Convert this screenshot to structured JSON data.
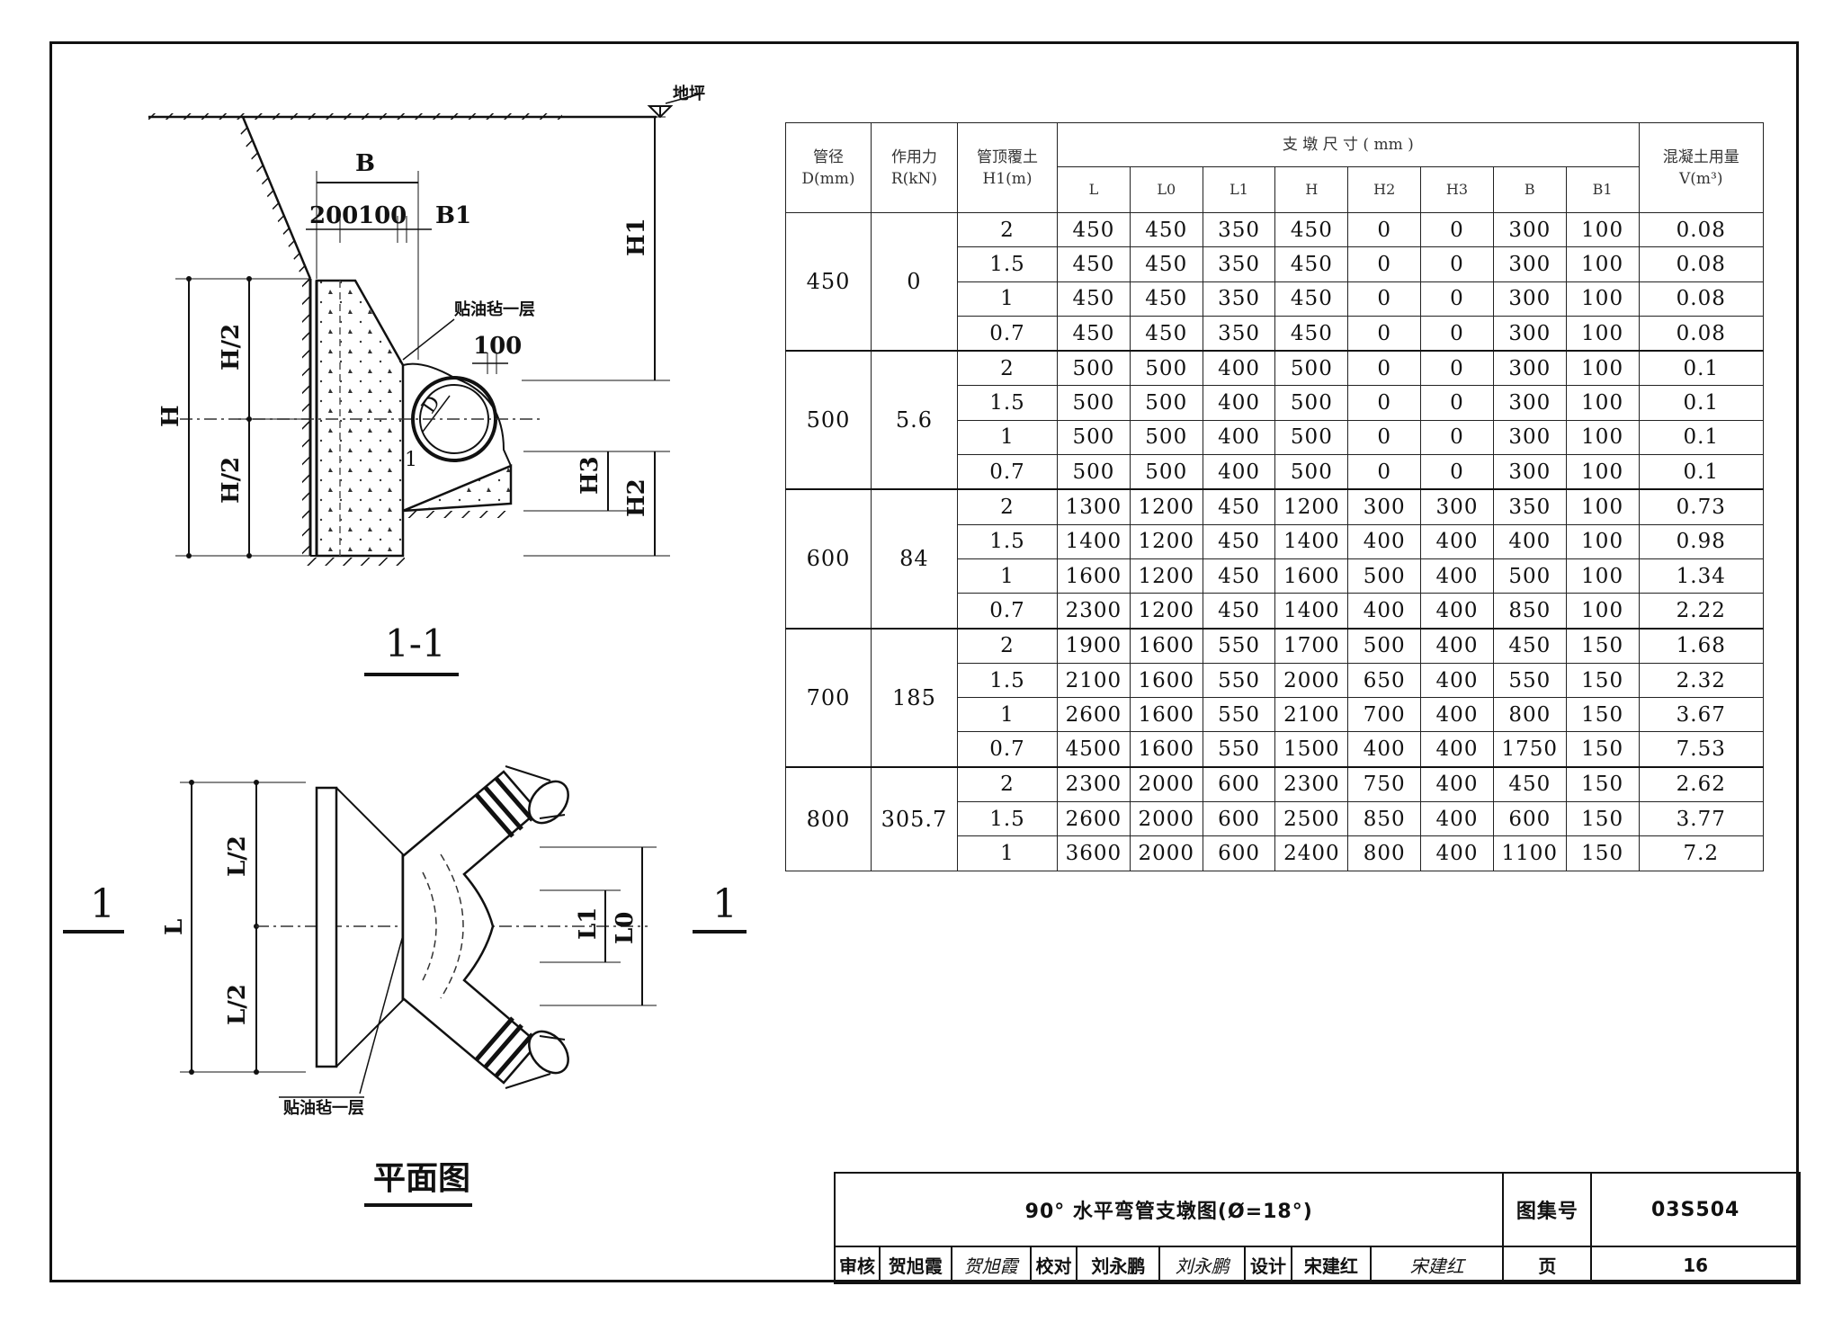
{
  "section_view": {
    "title": "1-1",
    "ground_label": "地坪",
    "oil_felt_label": "贴油毡一层",
    "dims": {
      "B": "B",
      "d200": "200",
      "d100": "100",
      "B1": "B1",
      "H1": "H1",
      "H": "H",
      "H_half_top": "H/2",
      "H_half_bot": "H/2",
      "d100b": "100",
      "H3": "H3",
      "H2": "H2",
      "D": "D",
      "mark1": "1"
    }
  },
  "plan_view": {
    "title": "平面图",
    "oil_felt_label": "贴油毡一层",
    "section_mark_left": "1",
    "section_mark_right": "1",
    "dims": {
      "L": "L",
      "L_half_top": "L/2",
      "L_half_bot": "L/2",
      "L1": "L1",
      "L0": "L0"
    }
  },
  "table": {
    "headers": {
      "pipe_dia": "管径",
      "pipe_dia_unit": "D(mm)",
      "force": "作用力",
      "force_unit": "R(kN)",
      "cover": "管顶覆土",
      "cover_unit": "H1(m)",
      "dims_group": "支 墩 尺 寸 ( mm )",
      "concrete": "混凝土用量",
      "concrete_unit": "V(m³)",
      "sub": [
        "L",
        "L0",
        "L1",
        "H",
        "H2",
        "H3",
        "B",
        "B1"
      ]
    },
    "groups": [
      {
        "D": "450",
        "R": "0",
        "rows": [
          [
            "2",
            "450",
            "450",
            "350",
            "450",
            "0",
            "0",
            "300",
            "100",
            "0.08"
          ],
          [
            "1.5",
            "450",
            "450",
            "350",
            "450",
            "0",
            "0",
            "300",
            "100",
            "0.08"
          ],
          [
            "1",
            "450",
            "450",
            "350",
            "450",
            "0",
            "0",
            "300",
            "100",
            "0.08"
          ],
          [
            "0.7",
            "450",
            "450",
            "350",
            "450",
            "0",
            "0",
            "300",
            "100",
            "0.08"
          ]
        ]
      },
      {
        "D": "500",
        "R": "5.6",
        "rows": [
          [
            "2",
            "500",
            "500",
            "400",
            "500",
            "0",
            "0",
            "300",
            "100",
            "0.1"
          ],
          [
            "1.5",
            "500",
            "500",
            "400",
            "500",
            "0",
            "0",
            "300",
            "100",
            "0.1"
          ],
          [
            "1",
            "500",
            "500",
            "400",
            "500",
            "0",
            "0",
            "300",
            "100",
            "0.1"
          ],
          [
            "0.7",
            "500",
            "500",
            "400",
            "500",
            "0",
            "0",
            "300",
            "100",
            "0.1"
          ]
        ]
      },
      {
        "D": "600",
        "R": "84",
        "rows": [
          [
            "2",
            "1300",
            "1200",
            "450",
            "1200",
            "300",
            "300",
            "350",
            "100",
            "0.73"
          ],
          [
            "1.5",
            "1400",
            "1200",
            "450",
            "1400",
            "400",
            "400",
            "400",
            "100",
            "0.98"
          ],
          [
            "1",
            "1600",
            "1200",
            "450",
            "1600",
            "500",
            "400",
            "500",
            "100",
            "1.34"
          ],
          [
            "0.7",
            "2300",
            "1200",
            "450",
            "1400",
            "400",
            "400",
            "850",
            "100",
            "2.22"
          ]
        ]
      },
      {
        "D": "700",
        "R": "185",
        "rows": [
          [
            "2",
            "1900",
            "1600",
            "550",
            "1700",
            "500",
            "400",
            "450",
            "150",
            "1.68"
          ],
          [
            "1.5",
            "2100",
            "1600",
            "550",
            "2000",
            "650",
            "400",
            "550",
            "150",
            "2.32"
          ],
          [
            "1",
            "2600",
            "1600",
            "550",
            "2100",
            "700",
            "400",
            "800",
            "150",
            "3.67"
          ],
          [
            "0.7",
            "4500",
            "1600",
            "550",
            "1500",
            "400",
            "400",
            "1750",
            "150",
            "7.53"
          ]
        ]
      },
      {
        "D": "800",
        "R": "305.7",
        "rows": [
          [
            "2",
            "2300",
            "2000",
            "600",
            "2300",
            "750",
            "400",
            "450",
            "150",
            "2.62"
          ],
          [
            "1.5",
            "2600",
            "2000",
            "600",
            "2500",
            "850",
            "400",
            "600",
            "150",
            "3.77"
          ],
          [
            "1",
            "3600",
            "2000",
            "600",
            "2400",
            "800",
            "400",
            "1100",
            "150",
            "7.2"
          ]
        ]
      }
    ]
  },
  "title_block": {
    "title": "90° 水平弯管支墩图(Ø=18°)",
    "atlas_label": "图集号",
    "atlas_no": "03S504",
    "review_label": "审核",
    "reviewer": "贺旭霞",
    "reviewer_sig": "贺旭霞",
    "check_label": "校对",
    "checker": "刘永鹏",
    "checker_sig": "刘永鹏",
    "design_label": "设计",
    "designer": "宋建红",
    "designer_sig": "宋建红",
    "page_label": "页",
    "page_no": "16"
  }
}
